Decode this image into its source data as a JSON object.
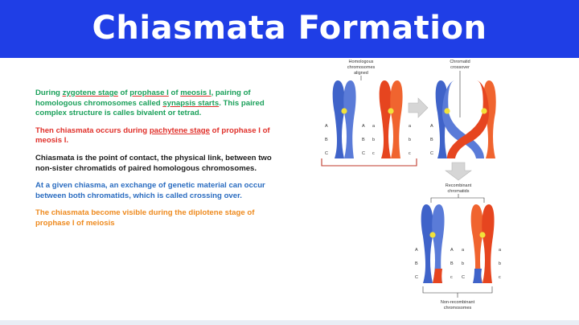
{
  "title": "Chiasmata Formation",
  "colors": {
    "banner": "#1f3ee6",
    "green": "#1aa05a",
    "red": "#e0302a",
    "black": "#1c1c1c",
    "blue": "#2a6cc0",
    "orange": "#ee8a1e",
    "chromosome_blue": "#3f63c9",
    "chromosome_red": "#e6451f",
    "centromere": "#f2e23a"
  },
  "paragraphs": [
    {
      "color": "#1aa05a",
      "segments": [
        {
          "text": "During ",
          "u": false
        },
        {
          "text": "zygotene stage",
          "u": true
        },
        {
          "text": " of ",
          "u": false
        },
        {
          "text": "prophase I",
          "u": true
        },
        {
          "text": " of ",
          "u": false
        },
        {
          "text": "meosis I",
          "u": true
        },
        {
          "text": ", pairing of homologous chromosomes called ",
          "u": false
        },
        {
          "text": "synapsis starts",
          "u": true
        },
        {
          "text": ". This paired complex structure is calles bivalent or tetrad.",
          "u": false
        }
      ]
    },
    {
      "color": "#e0302a",
      "segments": [
        {
          "text": "Then chiasmata occurs during ",
          "u": false
        },
        {
          "text": "pachytene stage",
          "u": true
        },
        {
          "text": " of prophase I of meosis I.",
          "u": false
        }
      ]
    },
    {
      "color": "#1c1c1c",
      "segments": [
        {
          "text": "Chiasmata is the point of contact, the physical link, between two non-sister chromatids  of paired homologous chromosomes.",
          "u": false
        }
      ]
    },
    {
      "color": "#2a6cc0",
      "segments": [
        {
          "text": "At a given chiasma, an exchange of genetic material can occur between both chromatids, which is called crossing over.",
          "u": false
        }
      ]
    },
    {
      "color": "#ee8a1e",
      "segments": [
        {
          "text": "The chiasmata become visible during the diplotene stage of prophase I of meiosis",
          "u": false
        }
      ]
    }
  ],
  "diagram": {
    "label_homologous_1": "Homologous",
    "label_homologous_2": "chromosomes",
    "label_homologous_3": "aligned",
    "label_chromatid_1": "Chromatid",
    "label_chromatid_2": "crossover",
    "label_recombinant_1": "Recombinant",
    "label_recombinant_2": "chromatids",
    "label_nonrecombinant_1": "Non-recombinant",
    "label_nonrecombinant_2": "chromosomes",
    "gene_A": "A",
    "gene_B": "B",
    "gene_C": "C",
    "gene_a": "a",
    "gene_b": "b",
    "gene_c": "c"
  }
}
